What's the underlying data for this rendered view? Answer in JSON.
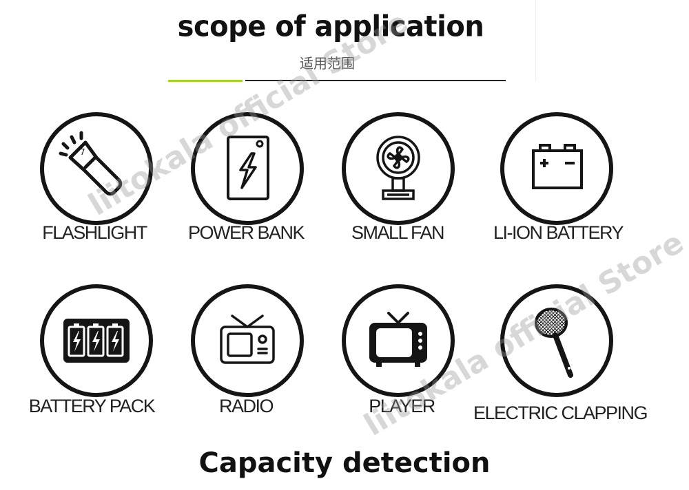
{
  "header": {
    "title": "scope of application",
    "subtitle": "适用范围"
  },
  "colors": {
    "accent_green": "#a6d12b",
    "ink": "#151515"
  },
  "items": [
    {
      "label": "FLASHLIGHT",
      "icon": "flashlight-icon"
    },
    {
      "label": "POWER BANK",
      "icon": "power-bank-icon"
    },
    {
      "label": "SMALL FAN",
      "icon": "small-fan-icon"
    },
    {
      "label": "LI-ION BATTERY",
      "icon": "li-ion-battery-icon"
    },
    {
      "label": "BATTERY PACK",
      "icon": "battery-pack-icon"
    },
    {
      "label": "RADIO",
      "icon": "radio-icon"
    },
    {
      "label": "PLAYER",
      "icon": "player-tv-icon"
    },
    {
      "label": "ELECTRIC CLAPPING",
      "icon": "electric-swatter-icon"
    }
  ],
  "watermark": "liitokala official Store",
  "footer": {
    "title": "Capacity detection"
  }
}
